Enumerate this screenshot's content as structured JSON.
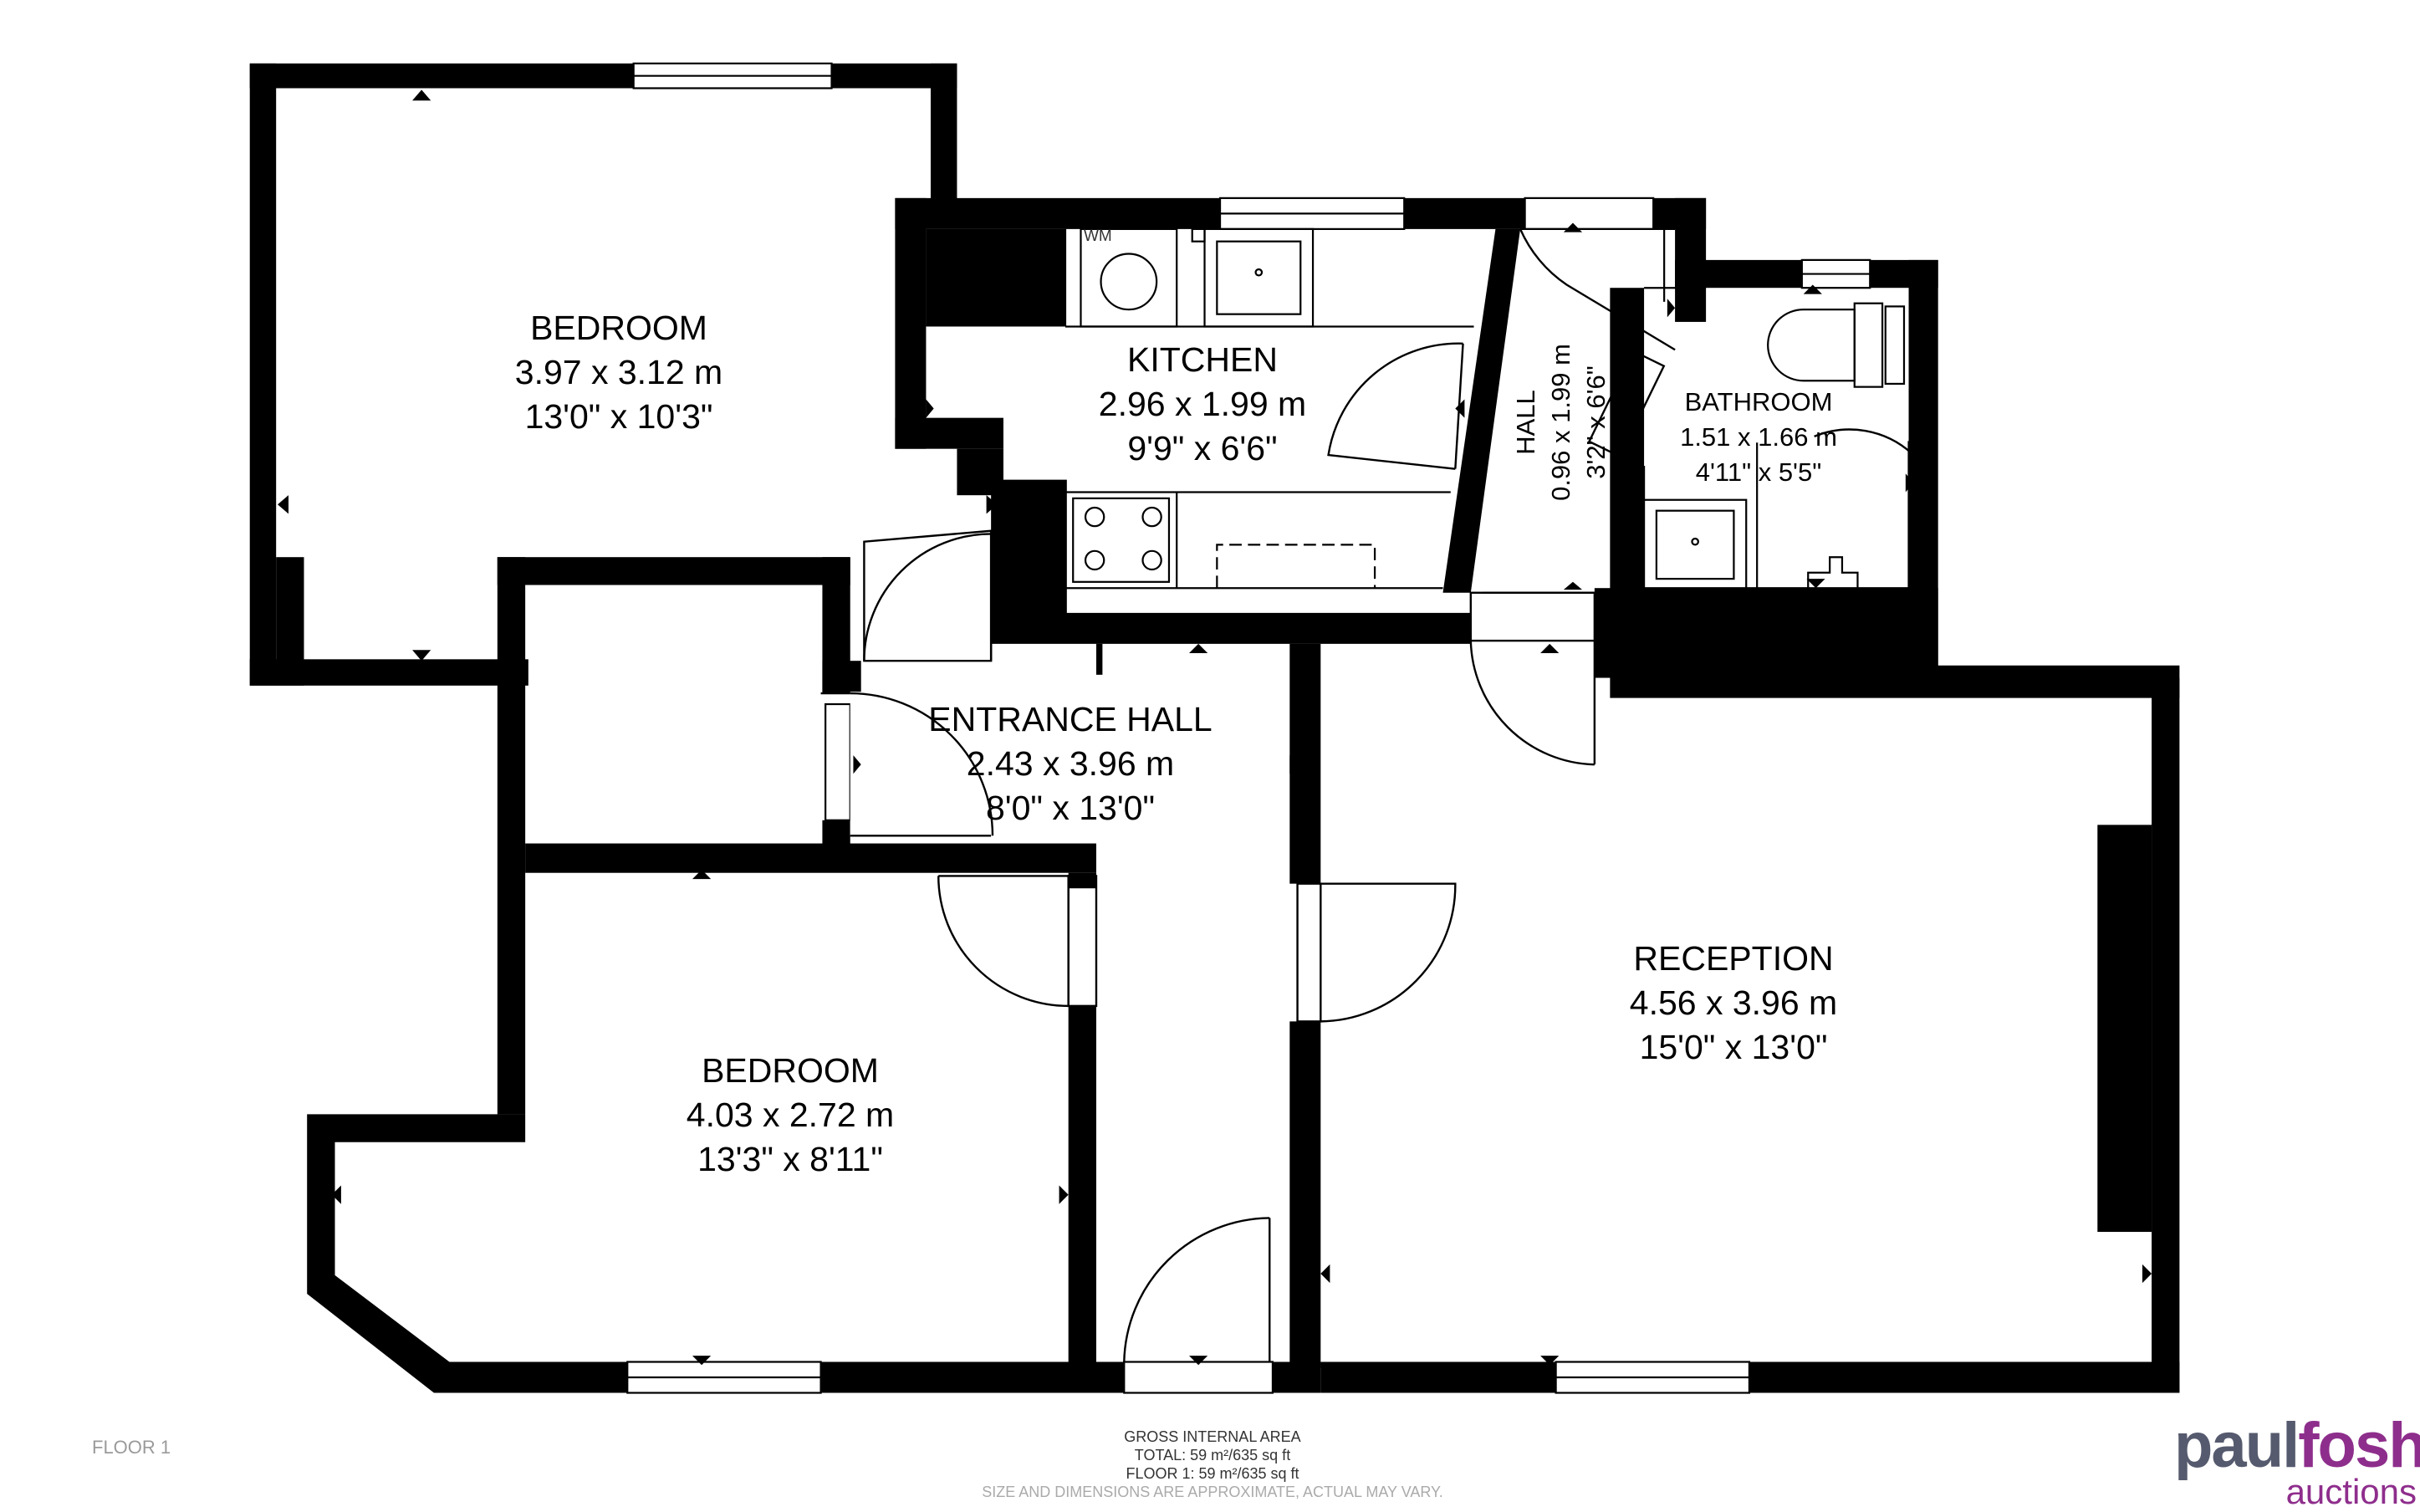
{
  "rooms": {
    "bedroom1": {
      "name": "BEDROOM",
      "metric": "3.97 x 3.12 m",
      "imperial": "13'0\" x 10'3\""
    },
    "kitchen": {
      "name": "KITCHEN",
      "metric": "2.96 x 1.99 m",
      "imperial": "9'9\" x 6'6\""
    },
    "hall": {
      "name": "HALL",
      "metric": "0.96 x 1.99 m",
      "imperial": "3'2\" x 6'6\""
    },
    "bathroom": {
      "name": "BATHROOM",
      "metric": "1.51 x 1.66 m",
      "imperial": "4'11\" x 5'5\""
    },
    "entrance_hall": {
      "name": "ENTRANCE HALL",
      "metric": "2.43 x 3.96 m",
      "imperial": "8'0\" x 13'0\""
    },
    "bedroom2": {
      "name": "BEDROOM",
      "metric": "4.03 x 2.72 m",
      "imperial": "13'3\" x 8'11\""
    },
    "reception": {
      "name": "RECEPTION",
      "metric": "4.56 x 3.96 m",
      "imperial": "15'0\" x 13'0\""
    }
  },
  "fixtures": {
    "washing_machine": "WM"
  },
  "footer": {
    "floor": "FLOOR 1",
    "gia_title": "GROSS INTERNAL AREA",
    "total": "TOTAL: 59 m²/635 sq ft",
    "floor1": "FLOOR 1: 59 m²/635 sq ft",
    "disclaimer": "SIZE AND DIMENSIONS ARE APPROXIMATE, ACTUAL MAY VARY."
  },
  "logo": {
    "brand_part1": "paul",
    "brand_part2": "fosh",
    "subtitle": "auctions"
  },
  "colors": {
    "wall": "#000000",
    "brand_grey": "#555a6e",
    "brand_purple": "#8e2e8c"
  }
}
